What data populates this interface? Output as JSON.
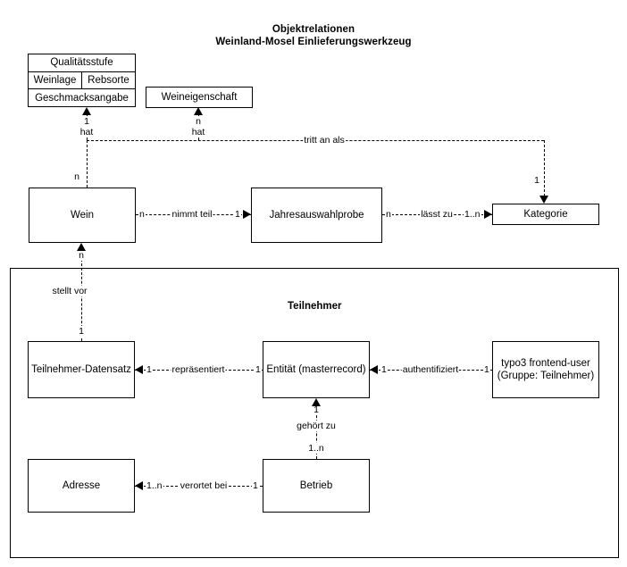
{
  "title": {
    "line1": "Objektrelationen",
    "line2": "Weinland-Mosel Einlieferungswerkzeug"
  },
  "entities": {
    "qualitaetsstufe": "Qualitätsstufe",
    "weinlage": "Weinlage",
    "rebsorte": "Rebsorte",
    "geschmacksangabe": "Geschmacksangabe",
    "weineigenschaft": "Weineigenschaft",
    "wein": "Wein",
    "jahresauswahlprobe": "Jahresauswahlprobe",
    "kategorie": "Kategorie",
    "teilnehmer_datensatz": "Teilnehmer-Datensatz",
    "entitaet": "Entität (masterrecord)",
    "typo3_line1": "typo3 frontend-user",
    "typo3_line2": "(Gruppe: Teilnehmer)",
    "adresse": "Adresse",
    "betrieb": "Betrieb"
  },
  "groups": {
    "teilnehmer": "Teilnehmer"
  },
  "relations": {
    "hat_weineigenschaften": {
      "label": "hat",
      "card_target": "n",
      "card_source": "n"
    },
    "hat_qualitaet": {
      "label": "hat",
      "card_target": "1",
      "card_source": "n"
    },
    "tritt_an_als": {
      "label": "tritt an als",
      "card_target": "1"
    },
    "nimmt_teil": {
      "label": "nimmt teil",
      "card_source": "n",
      "card_target": "1"
    },
    "laesst_zu": {
      "label": "lässt zu",
      "card_source": "n",
      "card_target": "1..n"
    },
    "stellt_vor": {
      "label": "stellt vor",
      "card_target": "n",
      "card_source": "1"
    },
    "repraesentiert": {
      "label": "repräsentiert",
      "card_target": "1",
      "card_source": "1"
    },
    "authentifiziert": {
      "label": "authentifiziert",
      "card_target": "1",
      "card_source": "1"
    },
    "gehoert_zu": {
      "label": "gehört zu",
      "card_target": "1",
      "card_source": "1..n"
    },
    "verortet_bei": {
      "label": "verortet bei",
      "card_target": "1..n",
      "card_source": "1"
    }
  },
  "colors": {
    "stroke": "#000000",
    "background": "#ffffff"
  }
}
